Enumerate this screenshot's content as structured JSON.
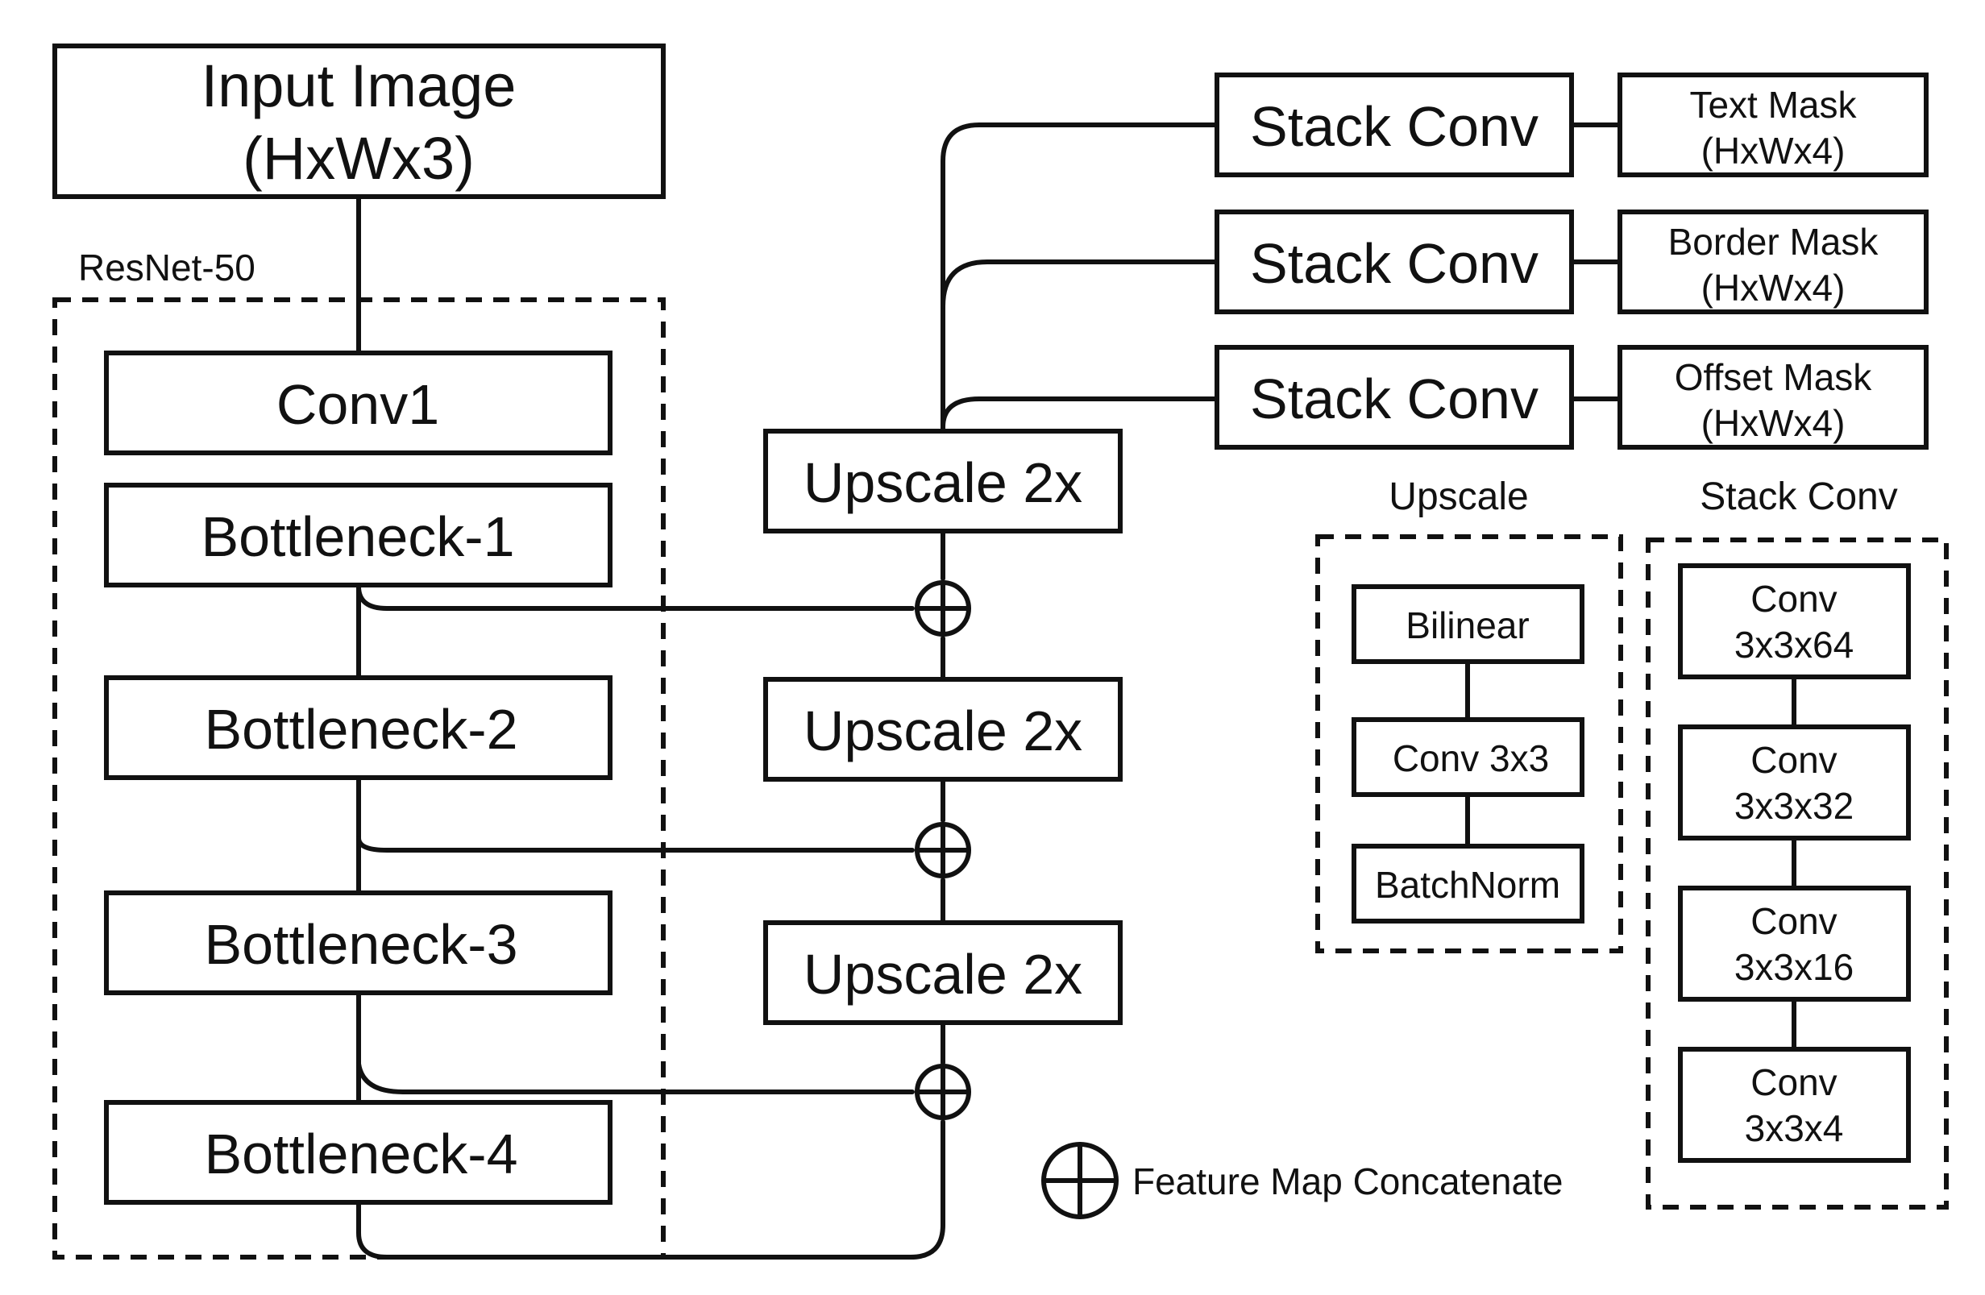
{
  "input": {
    "line1": "Input Image",
    "line2": "(HxWx3)"
  },
  "resnet": {
    "label": "ResNet-50",
    "conv1": "Conv1",
    "bottleneck1": "Bottleneck-1",
    "bottleneck2": "Bottleneck-2",
    "bottleneck3": "Bottleneck-3",
    "bottleneck4": "Bottleneck-4"
  },
  "upscale_blocks": {
    "top": "Upscale 2x",
    "middle": "Upscale 2x",
    "bottom": "Upscale 2x"
  },
  "stack_conv_blocks": {
    "text": "Stack Conv",
    "border": "Stack Conv",
    "offset": "Stack Conv"
  },
  "outputs": {
    "text_mask": {
      "line1": "Text Mask",
      "line2": "(HxWx4)"
    },
    "border_mask": {
      "line1": "Border Mask",
      "line2": "(HxWx4)"
    },
    "offset_mask": {
      "line1": "Offset Mask",
      "line2": "(HxWx4)"
    }
  },
  "upscale_detail": {
    "label": "Upscale",
    "bilinear": "Bilinear",
    "conv": "Conv 3x3",
    "batchnorm": "BatchNorm"
  },
  "stack_conv_detail": {
    "label": "Stack Conv",
    "layers": [
      {
        "line1": "Conv",
        "line2": "3x3x64"
      },
      {
        "line1": "Conv",
        "line2": "3x3x32"
      },
      {
        "line1": "Conv",
        "line2": "3x3x16"
      },
      {
        "line1": "Conv",
        "line2": "3x3x4"
      }
    ]
  },
  "legend": {
    "concat_label": "Feature Map Concatenate"
  }
}
